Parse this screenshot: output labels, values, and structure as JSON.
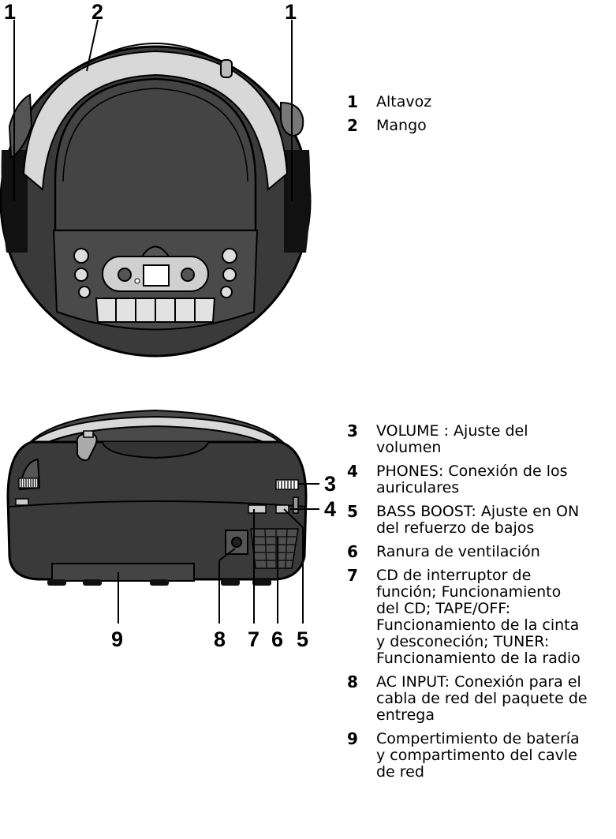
{
  "top_view": {
    "callouts": [
      "1",
      "2",
      "1"
    ],
    "legend": [
      {
        "num": "1",
        "text": "Altavoz"
      },
      {
        "num": "2",
        "text": "Mango"
      }
    ]
  },
  "side_view": {
    "callouts_right": [
      "3",
      "4"
    ],
    "callouts_bottom": [
      "9",
      "8",
      "7",
      "6",
      "5"
    ],
    "legend": [
      {
        "num": "3",
        "text": "VOLUME : Ajuste del volumen"
      },
      {
        "num": "4",
        "text": "PHONES: Conexión de los auriculares"
      },
      {
        "num": "5",
        "text": "BASS BOOST: Ajuste en ON del refuerzo de bajos"
      },
      {
        "num": "6",
        "text": "Ranura de ventilación"
      },
      {
        "num": "7",
        "text": "CD de interruptor de función; Funcionamiento del CD; TAPE/OFF: Funcionamiento de la cinta y desconeción; TUNER: Funcionamiento de la radio"
      },
      {
        "num": "8",
        "text": "AC INPUT: Conexión para el cabla de red del paquete de entrega"
      },
      {
        "num": "9",
        "text": "Compertimiento de batería y compartimento del cavle de red"
      }
    ]
  }
}
